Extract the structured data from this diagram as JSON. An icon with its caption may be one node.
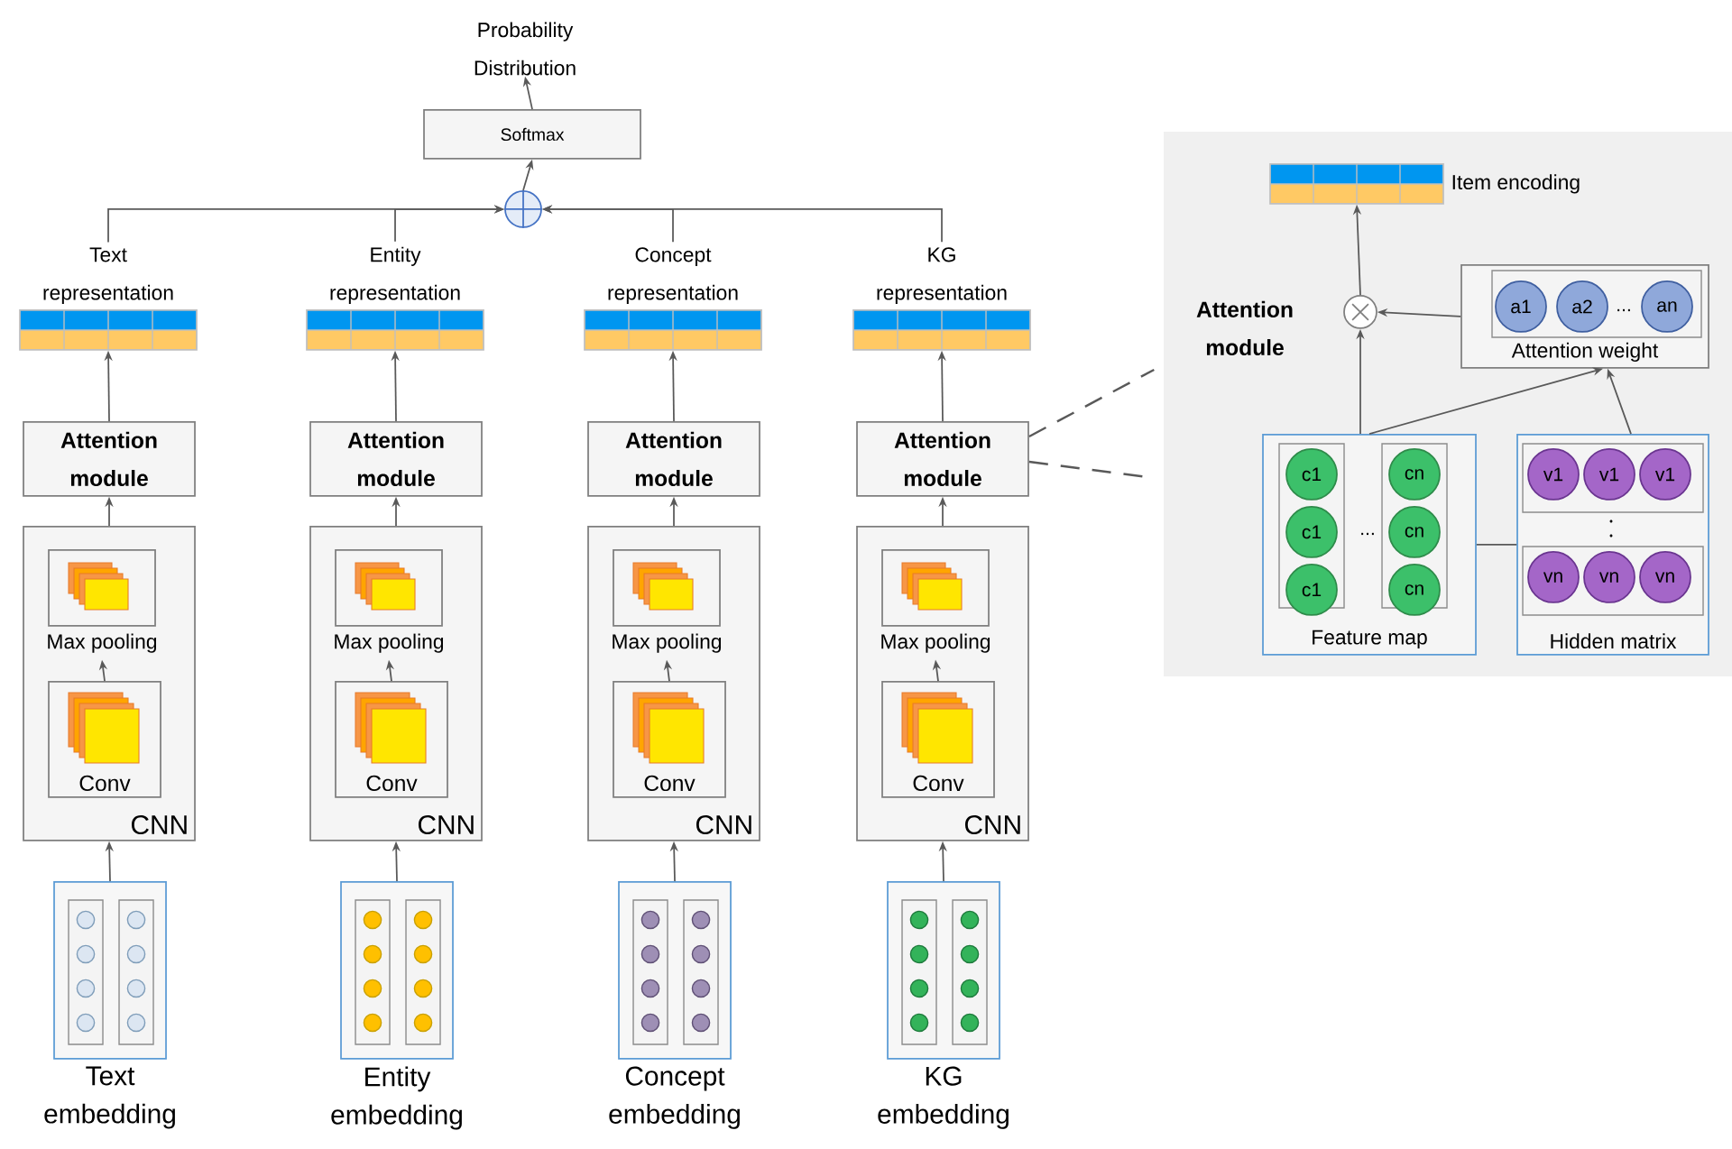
{
  "diagram": {
    "nodes": [
      {
        "text": [
          "Probability Distribution"
        ]
      },
      {
        "text": [
          "Softmax"
        ]
      },
      {
        "text": [],
        "shape": "circle"
      },
      {
        "text": [
          "Text representation"
        ]
      },
      {
        "text": [
          "Attention module"
        ]
      },
      {
        "text": [
          "CNN"
        ]
      },
      {
        "text": [
          "Max pooling"
        ],
        "in": 5
      },
      {
        "text": [
          "Conv"
        ],
        "in": 5
      },
      {
        "text": [
          "Text embedding"
        ]
      },
      {
        "text": [
          "Entity representation"
        ]
      },
      {
        "text": [
          "Attention module"
        ]
      },
      {
        "text": [
          "CNN"
        ]
      },
      {
        "text": [
          "Max pooling"
        ],
        "in": 11
      },
      {
        "text": [
          "Conv"
        ],
        "in": 11
      },
      {
        "text": [
          "Entity embedding"
        ]
      },
      {
        "text": [
          "Concept representation"
        ]
      },
      {
        "text": [
          "Attention module"
        ]
      },
      {
        "text": [
          "CNN"
        ]
      },
      {
        "text": [
          "Max pooling"
        ],
        "in": 17
      },
      {
        "text": [
          "Conv"
        ],
        "in": 17
      },
      {
        "text": [
          "Concept embedding"
        ]
      },
      {
        "text": [
          "KG representation"
        ]
      },
      {
        "text": [
          "Attention module"
        ]
      },
      {
        "text": [
          "CNN"
        ]
      },
      {
        "text": [
          "Max pooling"
        ],
        "in": 23
      },
      {
        "text": [
          "Conv"
        ],
        "in": 23
      },
      {
        "text": [
          "KG embedding"
        ]
      },
      {
        "text": [
          "Attention module"
        ]
      },
      {
        "text": [
          "Item encoding"
        ],
        "in": 27
      },
      {
        "text": [],
        "shape": "circle",
        "in": 27
      },
      {
        "text": [
          "Attention weight"
        ],
        "in": 27
      },
      {
        "text": [
          "a1"
        ],
        "in": 30
      },
      {
        "text": [
          "a2"
        ],
        "in": 30
      },
      {
        "text": [
          "an"
        ],
        "in": 30
      },
      {
        "text": [
          "Feature map"
        ],
        "in": 27
      },
      {
        "text": [
          "c1"
        ],
        "in": 34
      },
      {
        "text": [
          "c1"
        ],
        "in": 34
      },
      {
        "text": [
          "c1"
        ],
        "in": 34
      },
      {
        "text": [
          "cn"
        ],
        "in": 34
      },
      {
        "text": [
          "cn"
        ],
        "in": 34
      },
      {
        "text": [
          "cn"
        ],
        "in": 34
      },
      {
        "text": [
          "Hidden matrix"
        ],
        "in": 27
      },
      {
        "text": [
          "v1"
        ],
        "in": 41
      },
      {
        "text": [
          "v1"
        ],
        "in": 41
      },
      {
        "text": [
          "v1"
        ],
        "in": 41
      },
      {
        "text": [
          "vn"
        ],
        "in": 41
      },
      {
        "text": [
          "vn"
        ],
        "in": 41
      },
      {
        "text": [
          "vn"
        ],
        "in": 41
      }
    ],
    "edges": [
      {
        "from": 1,
        "to": 0,
        "arrow": "to"
      },
      {
        "from": 2,
        "to": 1,
        "arrow": "to"
      },
      {
        "from": 3,
        "to": 2,
        "arrow": "to"
      },
      {
        "from": 9,
        "to": 2,
        "arrow": "to"
      },
      {
        "from": 15,
        "to": 2,
        "arrow": "to"
      },
      {
        "from": 21,
        "to": 2,
        "arrow": "to"
      },
      {
        "from": 4,
        "to": 3,
        "arrow": "to"
      },
      {
        "from": 10,
        "to": 9,
        "arrow": "to"
      },
      {
        "from": 16,
        "to": 15,
        "arrow": "to"
      },
      {
        "from": 22,
        "to": 21,
        "arrow": "to"
      },
      {
        "from": 5,
        "to": 4,
        "arrow": "to"
      },
      {
        "from": 11,
        "to": 10,
        "arrow": "to"
      },
      {
        "from": 17,
        "to": 16,
        "arrow": "to"
      },
      {
        "from": 23,
        "to": 22,
        "arrow": "to"
      },
      {
        "from": 7,
        "to": 6,
        "arrow": "to"
      },
      {
        "from": 13,
        "to": 12,
        "arrow": "to"
      },
      {
        "from": 19,
        "to": 18,
        "arrow": "to"
      },
      {
        "from": 25,
        "to": 24,
        "arrow": "to"
      },
      {
        "from": 8,
        "to": 5,
        "arrow": "to"
      },
      {
        "from": 14,
        "to": 11,
        "arrow": "to"
      },
      {
        "from": 20,
        "to": 17,
        "arrow": "to"
      },
      {
        "from": 26,
        "to": 23,
        "arrow": "to"
      },
      {
        "from": 22,
        "to": 27,
        "arrow": "none",
        "style": "dashed"
      },
      {
        "from": 22,
        "to": 27,
        "arrow": "none",
        "style": "dashed"
      },
      {
        "from": 29,
        "to": 28,
        "arrow": "to"
      },
      {
        "from": 30,
        "to": 29,
        "arrow": "to"
      },
      {
        "from": 34,
        "to": 29,
        "arrow": "to"
      },
      {
        "from": 34,
        "to": 30,
        "arrow": "to"
      },
      {
        "from": 41,
        "to": 30,
        "arrow": "to"
      },
      {
        "from": 34,
        "to": 41,
        "arrow": "none"
      }
    ],
    "labels": [
      "...",
      "..."
    ]
  }
}
